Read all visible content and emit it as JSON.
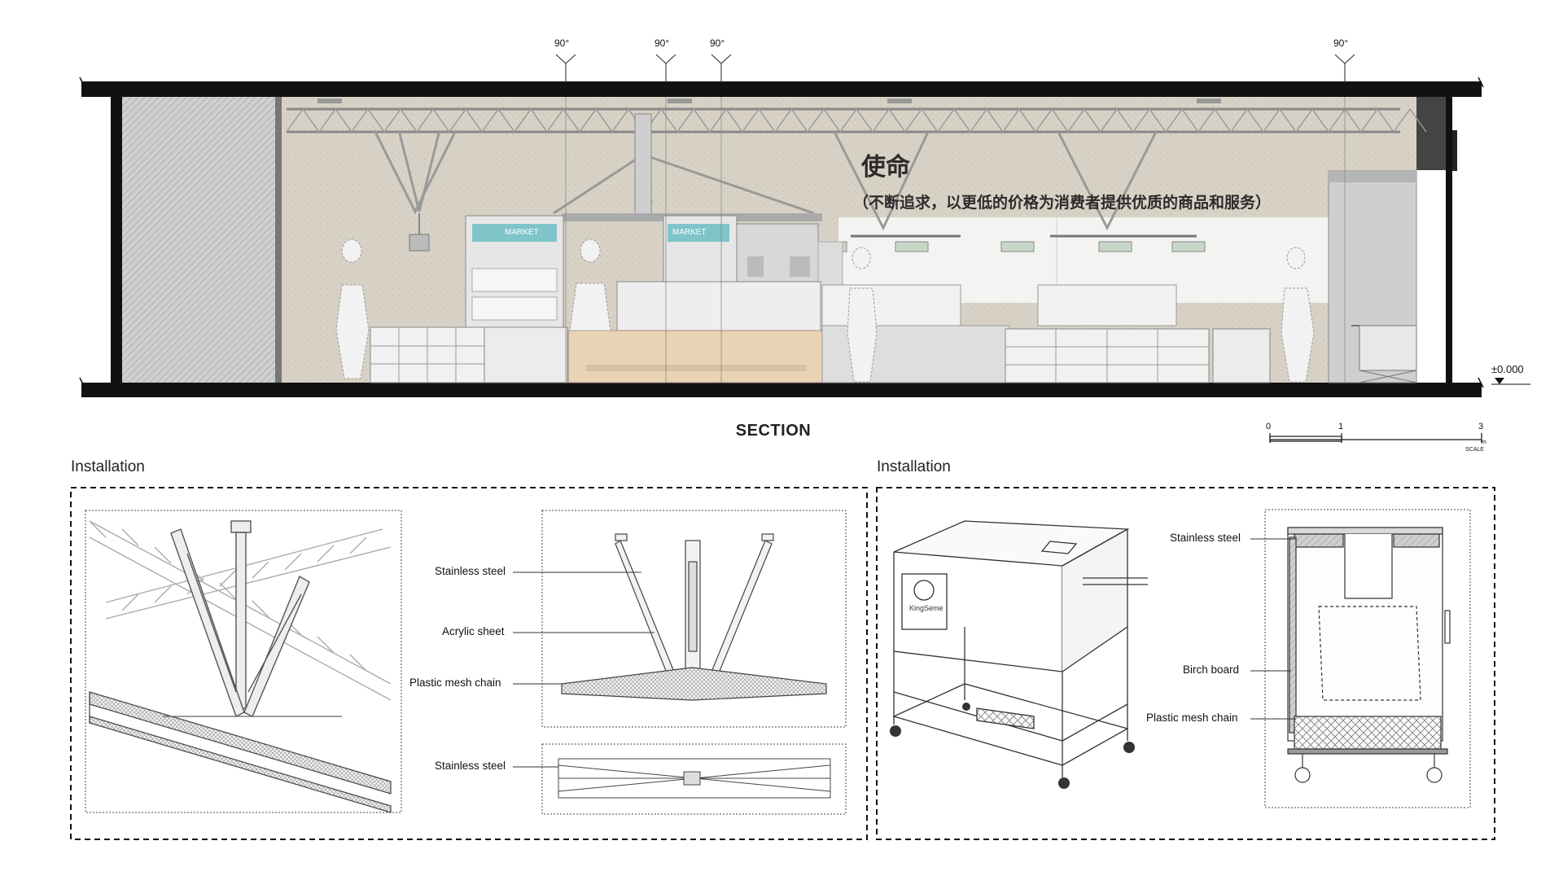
{
  "section": {
    "label": "SECTION",
    "angles": [
      "90°",
      "90°",
      "90°",
      "90°"
    ],
    "level": "±0.000",
    "slogan_title": "使命",
    "slogan_sub": "（不断追求，以更低的价格为消费者提供优质的商品和服务）",
    "market_signs": [
      "MARKET",
      "MARKET"
    ],
    "scale": {
      "ticks": [
        "0",
        "1",
        "3"
      ],
      "unit": "m",
      "caption": "SCALE"
    }
  },
  "left_panel": {
    "title": "Installation",
    "callouts": [
      "Stainless steel",
      "Acrylic sheet",
      "Plastic mesh chain",
      "Stainless steel"
    ]
  },
  "right_panel": {
    "title": "Installation",
    "brand": "KingSeme",
    "callouts": [
      "Stainless steel",
      "Birch board",
      "Plastic mesh chain"
    ]
  },
  "colors": {
    "wall": "#d9d3c8",
    "slab": "#111111",
    "counter": "#e8d3b4",
    "sign_blue": "#7fc4c9"
  }
}
